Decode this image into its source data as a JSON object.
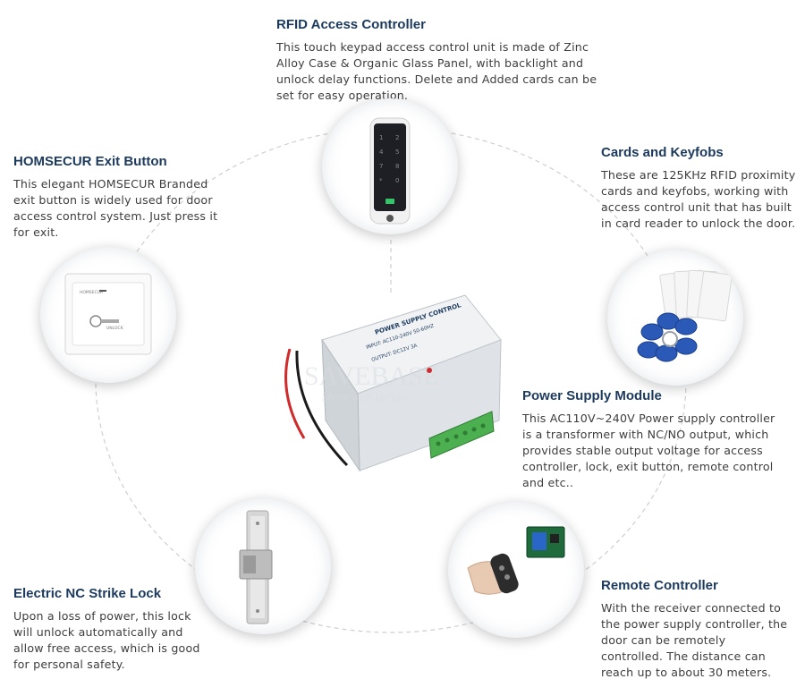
{
  "sections": {
    "rfid": {
      "title": "RFID Access Controller",
      "description": "This touch keypad access control unit is made of Zinc Alloy Case & Organic Glass Panel, with backlight and unlock delay functions. Delete and Added cards can be set for easy operation."
    },
    "exit_button": {
      "title": "HOMSECUR Exit Button",
      "description": "This elegant HOMSECUR Branded exit button is widely used for door access control system. Just press it for exit."
    },
    "cards": {
      "title": "Cards and Keyfobs",
      "description": "These are 125KHz RFID proximity cards and keyfobs, working with access control unit that has built in card reader to unlock the door."
    },
    "power": {
      "title": "Power Supply Module",
      "description": "This AC110V~240V Power supply controller is a transformer with NC/NO output, which provides stable output voltage for access controller, lock, exit button, remote control and etc.."
    },
    "strike_lock": {
      "title": "Electric NC Strike Lock",
      "description": "Upon a loss of power, this lock will unlock automatically and allow free access, which is good for personal safety."
    },
    "remote": {
      "title": "Remote Controller",
      "description": "With the receiver connected to the power supply controller, the door can be remotely controlled. The distance can reach up to about 30 meters."
    }
  },
  "device": {
    "label_title": "POWER SUPPLY CONTROL",
    "label_input": "INPUT: AC110-240V 50-60HZ",
    "label_output": "OUTPUT: DC12V 3A",
    "exit_button_brand": "HOMSECUR",
    "exit_button_text": "UNLOCK",
    "watermark_brand": "SAVEBASE",
    "watermark_tagline": "Share with Delight"
  },
  "icons": [
    "keypad-icon",
    "exit-button-icon",
    "keyfob-icon",
    "power-supply-icon",
    "strike-lock-icon",
    "remote-icon"
  ],
  "colors": {
    "title": "#1c3a5e",
    "text": "#3d3d3d",
    "ring": "#c9c9c9",
    "terminal_green": "#4caf50"
  }
}
